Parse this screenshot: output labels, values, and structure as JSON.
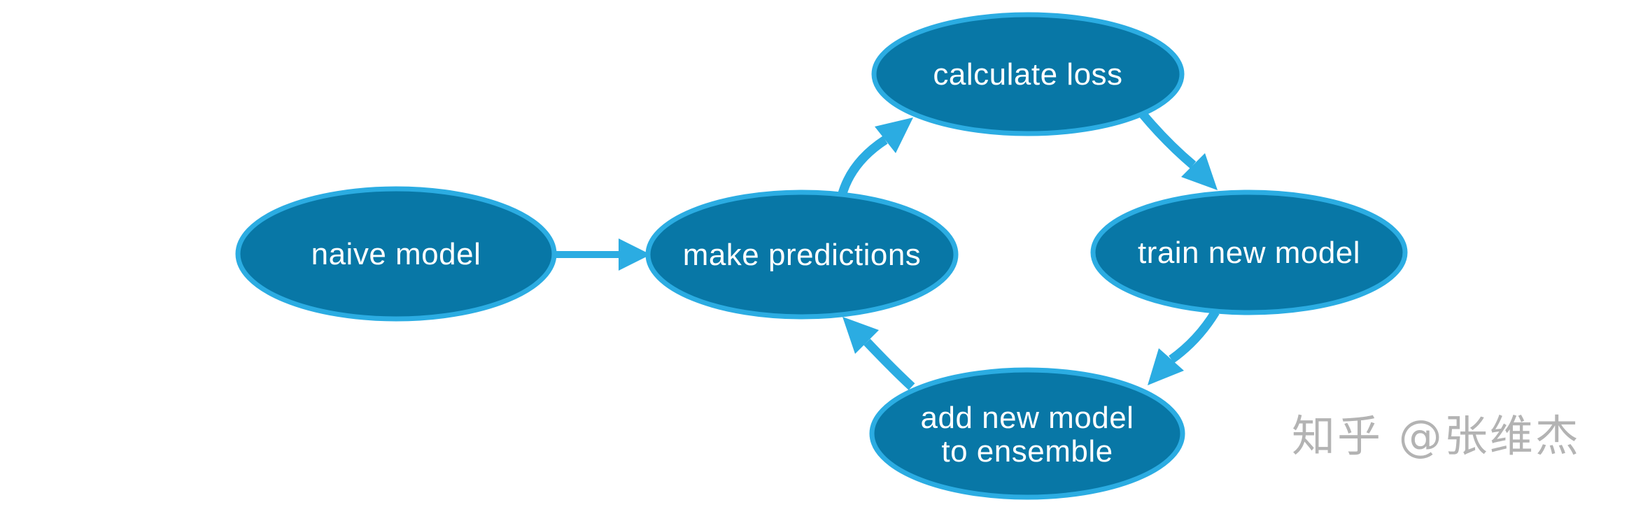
{
  "diagram": {
    "nodes": {
      "naive_model": {
        "label": "naive model"
      },
      "make_predictions": {
        "label": "make predictions"
      },
      "calculate_loss": {
        "label": "calculate loss"
      },
      "train_new_model": {
        "label": "train new model"
      },
      "add_new_model": {
        "line1": "add new model",
        "line2": "to ensemble"
      }
    },
    "flow": [
      "naive model -> make predictions",
      "make predictions -> calculate loss",
      "calculate loss -> train new model",
      "train new model -> add new model to ensemble",
      "add new model to ensemble -> make predictions"
    ],
    "colors": {
      "background": "#FFFFFF",
      "node_fill": "#0877A6",
      "node_stroke": "#2BACE2",
      "arrow": "#2BACE2",
      "label_text": "#FFFFFF",
      "watermark": "#B3B3B3"
    }
  },
  "watermark": {
    "text": "知乎 @张维杰"
  }
}
